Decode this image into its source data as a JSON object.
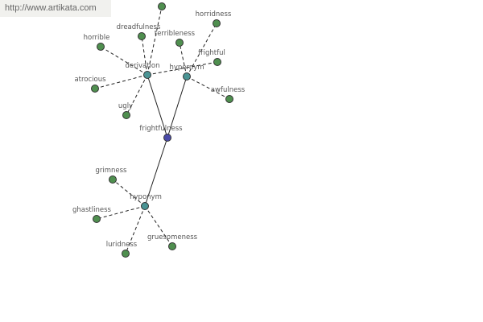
{
  "site_url": "http://www.artikata.com",
  "colors": {
    "center": "#4a4aa8",
    "hub": "#4a9494",
    "leaf": "#4f8f4f",
    "node_stroke": "#333333",
    "edge": "#222222",
    "label": "#555555"
  },
  "graph": {
    "center": {
      "id": "frightfulness",
      "label": "frightfulness"
    },
    "hubs": [
      {
        "id": "derivation",
        "label": "derivation"
      },
      {
        "id": "hypernym",
        "label": "hypernym"
      },
      {
        "id": "hyponym",
        "label": "hyponym"
      }
    ],
    "leaves": [
      {
        "id": "leaf-top",
        "label": "",
        "hub": "derivation"
      },
      {
        "id": "dreadfulness",
        "label": "dreadfulness",
        "hub": "derivation"
      },
      {
        "id": "horrible",
        "label": "horrible",
        "hub": "derivation"
      },
      {
        "id": "atrocious",
        "label": "atrocious",
        "hub": "derivation"
      },
      {
        "id": "ugly",
        "label": "ugly",
        "hub": "derivation"
      },
      {
        "id": "frightful",
        "label": "frightful",
        "hub": "derivation"
      },
      {
        "id": "terribleness",
        "label": "terribleness",
        "hub": "hypernym"
      },
      {
        "id": "horridness",
        "label": "horridness",
        "hub": "hypernym"
      },
      {
        "id": "awfulness",
        "label": "awfulness",
        "hub": "hypernym"
      },
      {
        "id": "grimness",
        "label": "grimness",
        "hub": "hyponym"
      },
      {
        "id": "ghastliness",
        "label": "ghastliness",
        "hub": "hyponym"
      },
      {
        "id": "luridness",
        "label": "luridness",
        "hub": "hyponym"
      },
      {
        "id": "gruesomeness",
        "label": "gruesomeness",
        "hub": "hyponym"
      }
    ]
  }
}
